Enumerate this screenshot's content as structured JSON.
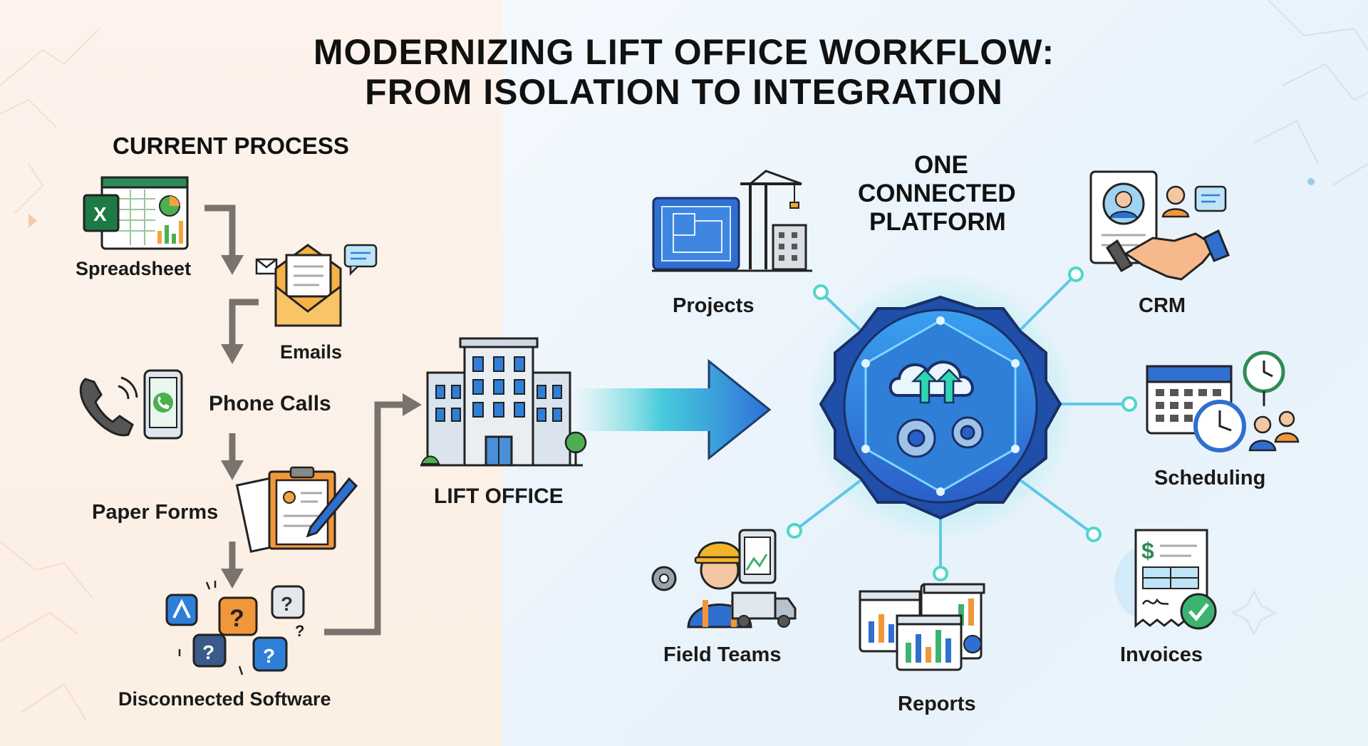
{
  "title": {
    "line1": "MODERNIZING LIFT OFFICE WORKFLOW:",
    "line2": "FROM ISOLATION TO INTEGRATION"
  },
  "current_process": {
    "heading": "CURRENT PROCESS",
    "items": [
      {
        "label": "Spreadsheet",
        "icon": "spreadsheet-icon"
      },
      {
        "label": "Emails",
        "icon": "email-icon"
      },
      {
        "label": "Phone Calls",
        "icon": "phone-icon"
      },
      {
        "label": "Paper Forms",
        "icon": "paper-forms-icon"
      },
      {
        "label": "Disconnected Software",
        "icon": "disconnected-software-icon"
      }
    ]
  },
  "center": {
    "label": "LIFT OFFICE",
    "icon": "office-building-icon"
  },
  "platform": {
    "heading_lines": [
      "ONE",
      "CONNECTED",
      "PLATFORM"
    ],
    "icon": "cloud-gear-hub-icon",
    "modules": [
      {
        "label": "Projects",
        "icon": "blueprint-crane-icon"
      },
      {
        "label": "CRM",
        "icon": "handshake-profile-icon"
      },
      {
        "label": "Scheduling",
        "icon": "calendar-clock-icon"
      },
      {
        "label": "Invoices",
        "icon": "invoice-check-icon"
      },
      {
        "label": "Reports",
        "icon": "reports-charts-icon"
      },
      {
        "label": "Field Teams",
        "icon": "worker-truck-icon"
      }
    ]
  },
  "colors": {
    "left_bg": "#fcefe4",
    "right_bg": "#eaf4fb",
    "accent_blue": "#2f7fd8",
    "accent_teal": "#2fd6c4",
    "arrow_gray": "#7a736d"
  }
}
